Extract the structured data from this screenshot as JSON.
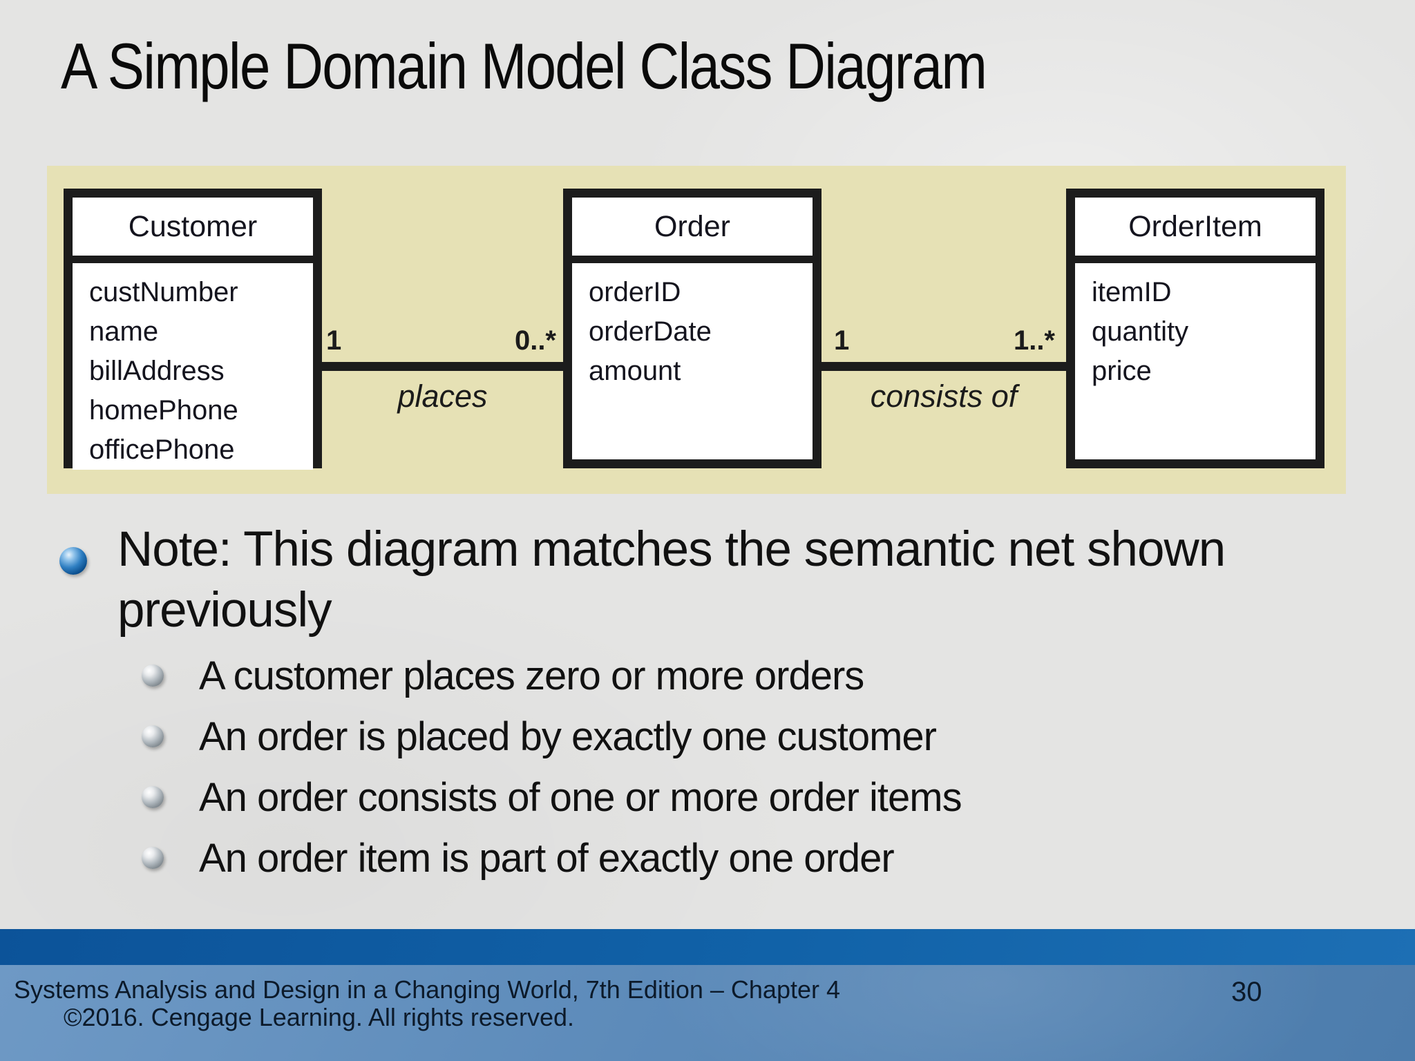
{
  "slide": {
    "title": "A Simple Domain Model Class Diagram",
    "page_number": "30",
    "footer_line1": "Systems Analysis and Design in a Changing World, 7th Edition – Chapter 4",
    "footer_line2": "©2016. Cengage Learning. All rights reserved."
  },
  "diagram": {
    "classes": [
      {
        "name": "Customer",
        "attributes": [
          "custNumber",
          "name",
          "billAddress",
          "homePhone",
          "officePhone"
        ]
      },
      {
        "name": "Order",
        "attributes": [
          "orderID",
          "orderDate",
          "amount"
        ]
      },
      {
        "name": "OrderItem",
        "attributes": [
          "itemID",
          "quantity",
          "price"
        ]
      }
    ],
    "associations": [
      {
        "label": "places",
        "from_class": "Customer",
        "to_class": "Order",
        "from_mult": "1",
        "to_mult": "0..*"
      },
      {
        "label": "consists of",
        "from_class": "Order",
        "to_class": "OrderItem",
        "from_mult": "1",
        "to_mult": "1..*"
      }
    ]
  },
  "bullets": {
    "note": {
      "lines": [
        "Note: This diagram matches the semantic net shown",
        "previously"
      ]
    },
    "sub": [
      "A customer places zero or more orders",
      "An order is placed by exactly one customer",
      "An order consists of one or more order items",
      "An order item is part of exactly one order"
    ]
  },
  "colors": {
    "panel_beige": "#e6e1b5",
    "footer_bar_blue": "#1162a8",
    "footer_blue": "#5d8bba",
    "slide_gray": "#e4e4e3"
  }
}
